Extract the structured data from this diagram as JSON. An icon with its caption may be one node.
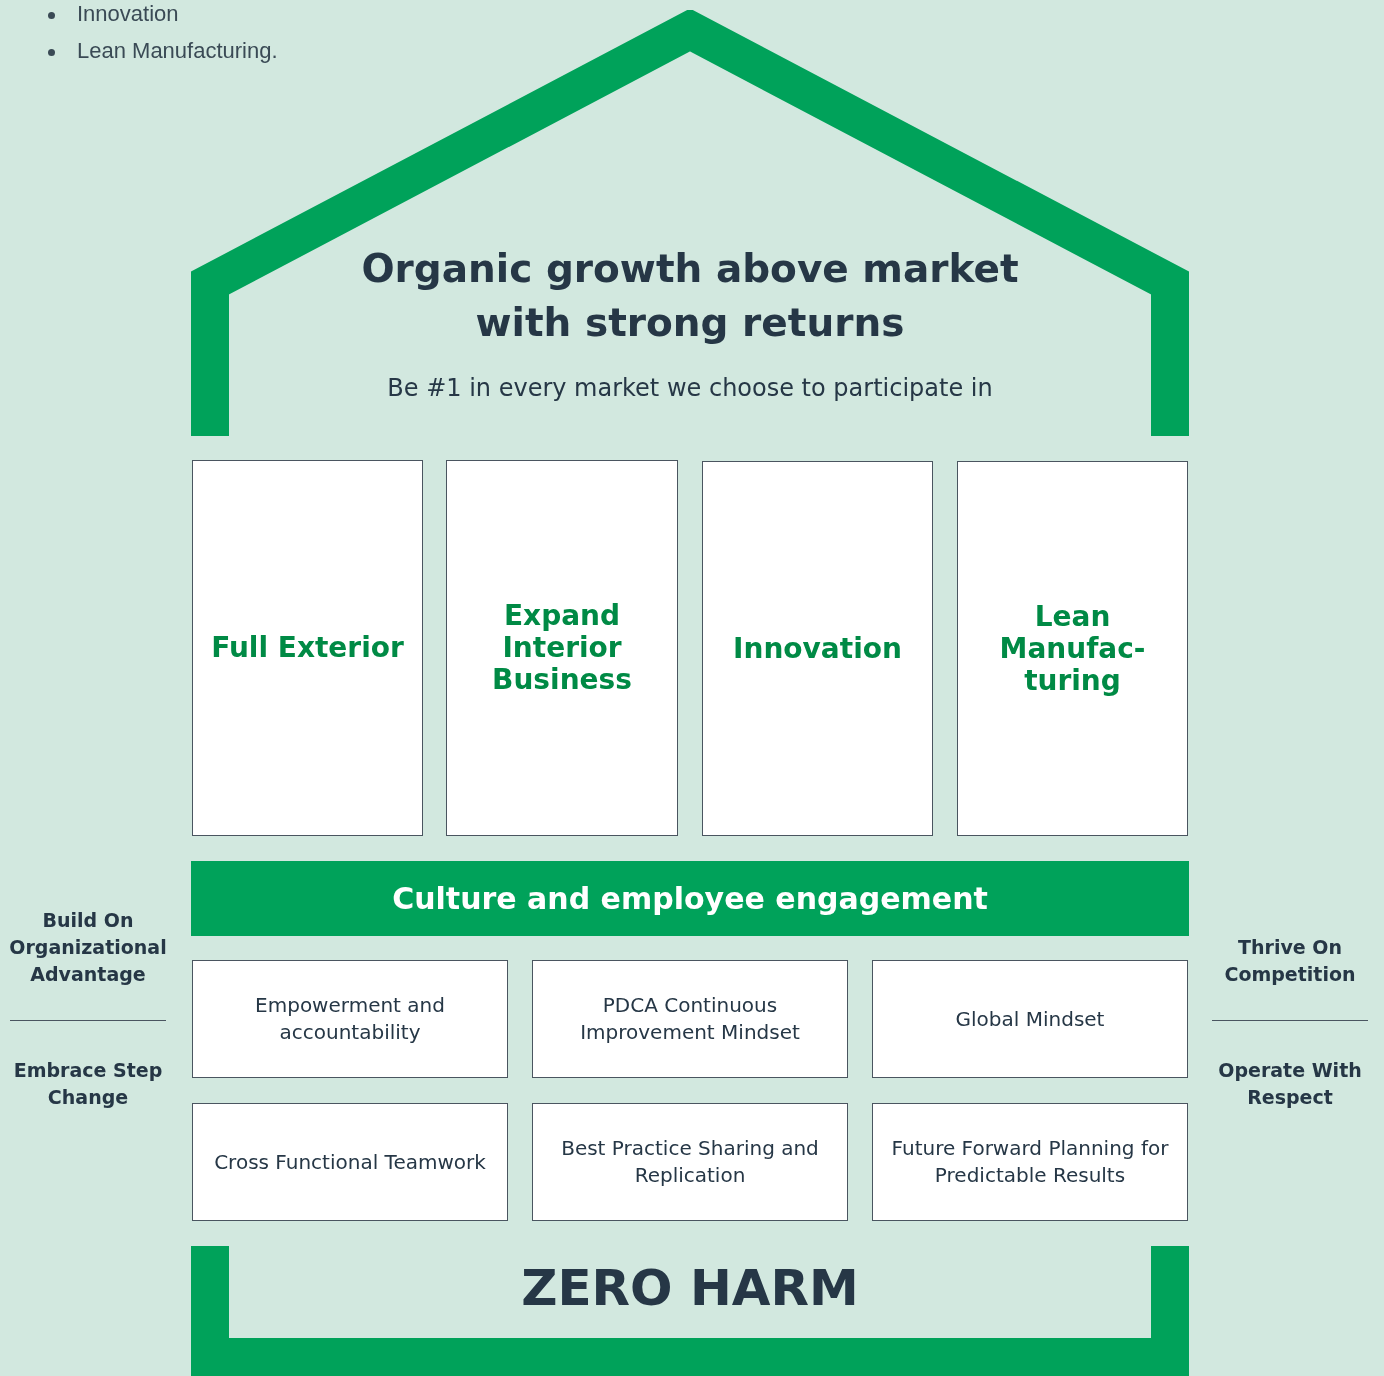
{
  "diagram": {
    "nodes": [
      {
        "text": [
          "Organic growth above market with strong returns",
          "Be #1 in every market we choose to participate in"
        ]
      },
      {
        "text": [
          "Full Exterior"
        ]
      },
      {
        "text": [
          "Expand Interior Business"
        ]
      },
      {
        "text": [
          "Innovation"
        ]
      },
      {
        "text": [
          "Lean Manufac- turing"
        ]
      },
      {
        "text": [
          "Culture and employee engagement"
        ]
      },
      {
        "text": [
          "Empowerment and accountability"
        ]
      },
      {
        "text": [
          "PDCA Continuous Improvement Mindset"
        ]
      },
      {
        "text": [
          "Global Mindset"
        ]
      },
      {
        "text": [
          "Cross Functional Teamwork"
        ]
      },
      {
        "text": [
          "Best Practice Sharing and Replication"
        ]
      },
      {
        "text": [
          "Future Forward Planning for Predictable Results"
        ]
      },
      {
        "text": [
          "ZERO HARM"
        ]
      }
    ],
    "edges": [],
    "labels": [
      "Innovation",
      "Lean Manufacturing.",
      "Build On Organizational Advantage",
      "Embrace Step Change",
      "Thrive On Competition",
      "Operate With Respect"
    ]
  }
}
